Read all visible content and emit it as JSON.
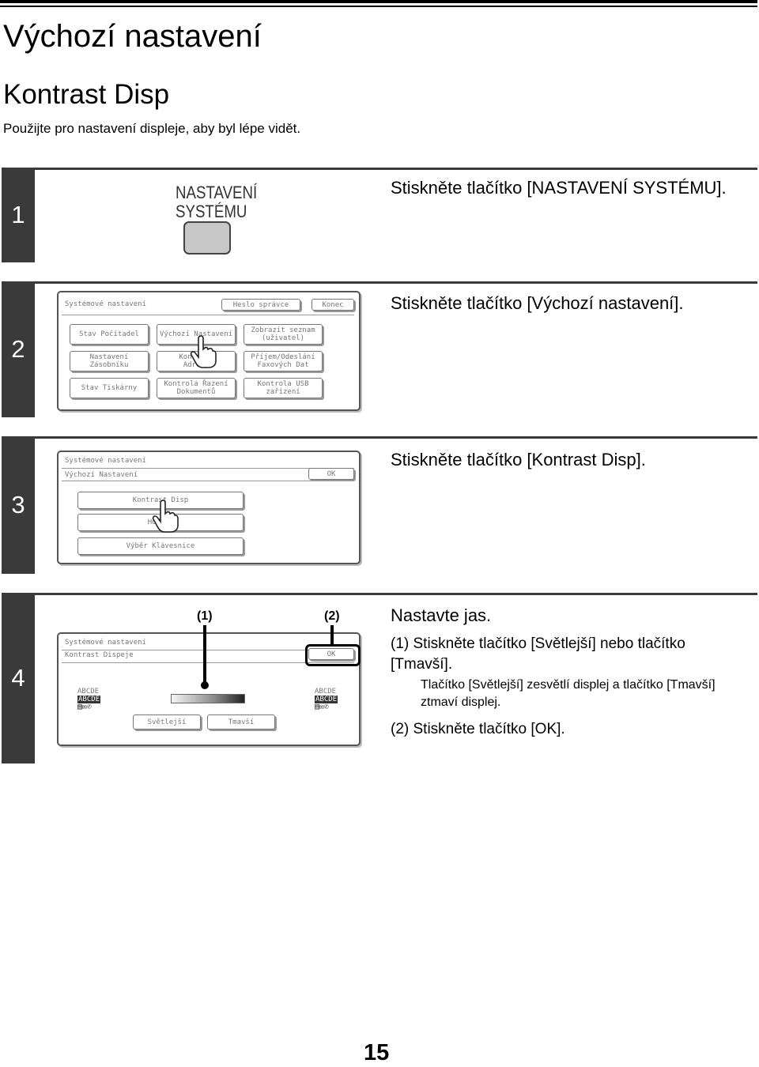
{
  "page": {
    "title": "Výchozí nastavení",
    "section_title": "Kontrast Disp",
    "intro": "Použijte pro nastavení displeje, aby byl lépe vidět.",
    "page_number": "15"
  },
  "step1": {
    "number": "1",
    "button_label_line1": "NASTAVENÍ",
    "button_label_line2": "SYSTÉMU",
    "instruction": "Stiskněte tlačítko [NASTAVENÍ SYSTÉMU]."
  },
  "step2": {
    "number": "2",
    "instruction": "Stiskněte tlačítko [Výchozí nastavení].",
    "screen": {
      "title": "Systémové nastavení",
      "admin_password": "Heslo správce",
      "exit": "Konec",
      "buttons": [
        [
          "Stav Počítadel"
        ],
        [
          "Výchozí Nastavení"
        ],
        [
          "Zobrazit seznam",
          "(uživatel)"
        ],
        [
          "Nastavení",
          "Zásobníku"
        ],
        [
          "Kontrola",
          "Adresy"
        ],
        [
          "Příjem/Odeslání",
          "Faxových Dat"
        ],
        [
          "Stav Tiskárny"
        ],
        [
          "Kontrola Řazení",
          "Dokumentů"
        ],
        [
          "Kontrola USB",
          "zařízení"
        ]
      ]
    }
  },
  "step3": {
    "number": "3",
    "instruction": "Stiskněte tlačítko [Kontrast Disp].",
    "screen": {
      "title": "Systémové nastavení",
      "subtitle": "Výchozí Nastavení",
      "ok": "OK",
      "items": [
        "Kontrast Disp",
        "Hodiny",
        "Výběr Klávesnice"
      ]
    }
  },
  "step4": {
    "number": "4",
    "instruction": "Nastavte jas.",
    "callout1": "(1)",
    "callout2": "(2)",
    "sub1": "(1)  Stiskněte tlačítko [Světlejší] nebo tlačítko [Tmavší].",
    "note1": "Tlačítko [Světlejší] zesvětlí displej a tlačítko [Tmavší] ztmaví displej.",
    "sub2": "(2)  Stiskněte tlačítko [OK].",
    "screen": {
      "title": "Systémové nastavení",
      "subtitle": "Kontrast Dispeje",
      "ok": "OK",
      "sample_text": "ABCDE",
      "lighter": "Světlejší",
      "darker": "Tmavší"
    }
  }
}
